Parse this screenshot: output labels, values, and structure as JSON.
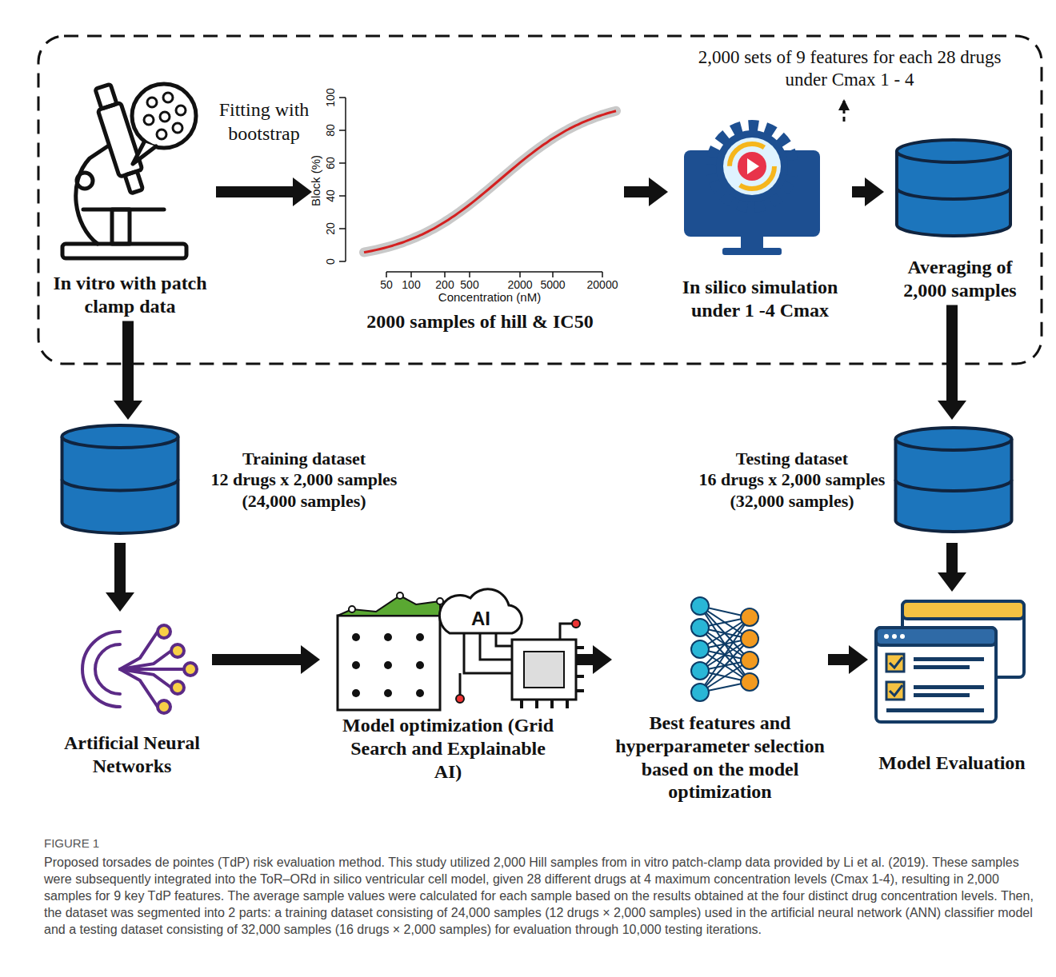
{
  "diagram": {
    "caption": "Proposed torsades de pointes (TdP) risk evaluation method. This study utilized 2,000 Hill samples from in vitro patch-clamp data provided by Li et al. (2019). These samples were subsequently integrated into the ToR–ORd in silico ventricular cell model, given 28 different drugs at 4 maximum concentration levels (Cmax 1-4), resulting in 2,000 samples for 9 key TdP features. The average sample values were calculated for each sample based on the results obtained at the four distinct drug concentration levels. Then, the dataset was segmented into 2 parts: a training dataset consisting of 24,000 samples (12 drugs × 2,000 samples) used in the artificial neural network (ANN) classifier model and a testing dataset consisting of 32,000 samples (16 drugs × 2,000 samples) for evaluation through 10,000 testing iterations.",
    "nodes": [
      {
        "text": [
          "In vitro with patch clamp data"
        ]
      },
      {
        "text": [
          "2000 samples of hill & IC50"
        ]
      },
      {
        "text": [
          "In silico simulation under 1 -4 Cmax"
        ]
      },
      {
        "text": [
          "Averaging of 2,000 samples"
        ]
      },
      {
        "text": [
          "Training dataset",
          "12 drugs x 2,000 samples (24,000 samples)"
        ]
      },
      {
        "text": [
          "Testing dataset",
          "16 drugs x 2,000 samples (32,000 samples)"
        ]
      },
      {
        "text": [
          "Artificial Neural Networks"
        ]
      },
      {
        "text": [
          "Model optimization (Grid Search and Explainable AI)"
        ]
      },
      {
        "text": [
          "Best features and hyperparameter selection based on the model optimization"
        ]
      },
      {
        "text": [
          "Model Evaluation"
        ]
      }
    ],
    "edges": [
      {
        "from": 0,
        "to": 1,
        "label": "Fitting with bootstrap",
        "arrow": "to"
      },
      {
        "from": 1,
        "to": 2,
        "arrow": "to"
      },
      {
        "from": 2,
        "to": 3,
        "arrow": "to"
      },
      {
        "from": 0,
        "to": 4,
        "arrow": "to"
      },
      {
        "from": 3,
        "to": 5,
        "arrow": "to"
      },
      {
        "from": 4,
        "to": 6,
        "arrow": "to"
      },
      {
        "from": 6,
        "to": 7,
        "arrow": "to"
      },
      {
        "from": 7,
        "to": 8,
        "arrow": "to"
      },
      {
        "from": 8,
        "to": 9,
        "arrow": "to"
      },
      {
        "from": 5,
        "to": 9,
        "arrow": "to"
      }
    ],
    "labels": [
      "2,000 sets of 9 features for each 28 drugs under Cmax 1 - 4",
      "Block (%)",
      "0",
      "20",
      "40",
      "60",
      "80",
      "100",
      "Concentration (nM)",
      "50",
      "100",
      "200",
      "500",
      "2000",
      "5000",
      "20000",
      "AI",
      "FIGURE 1"
    ]
  }
}
